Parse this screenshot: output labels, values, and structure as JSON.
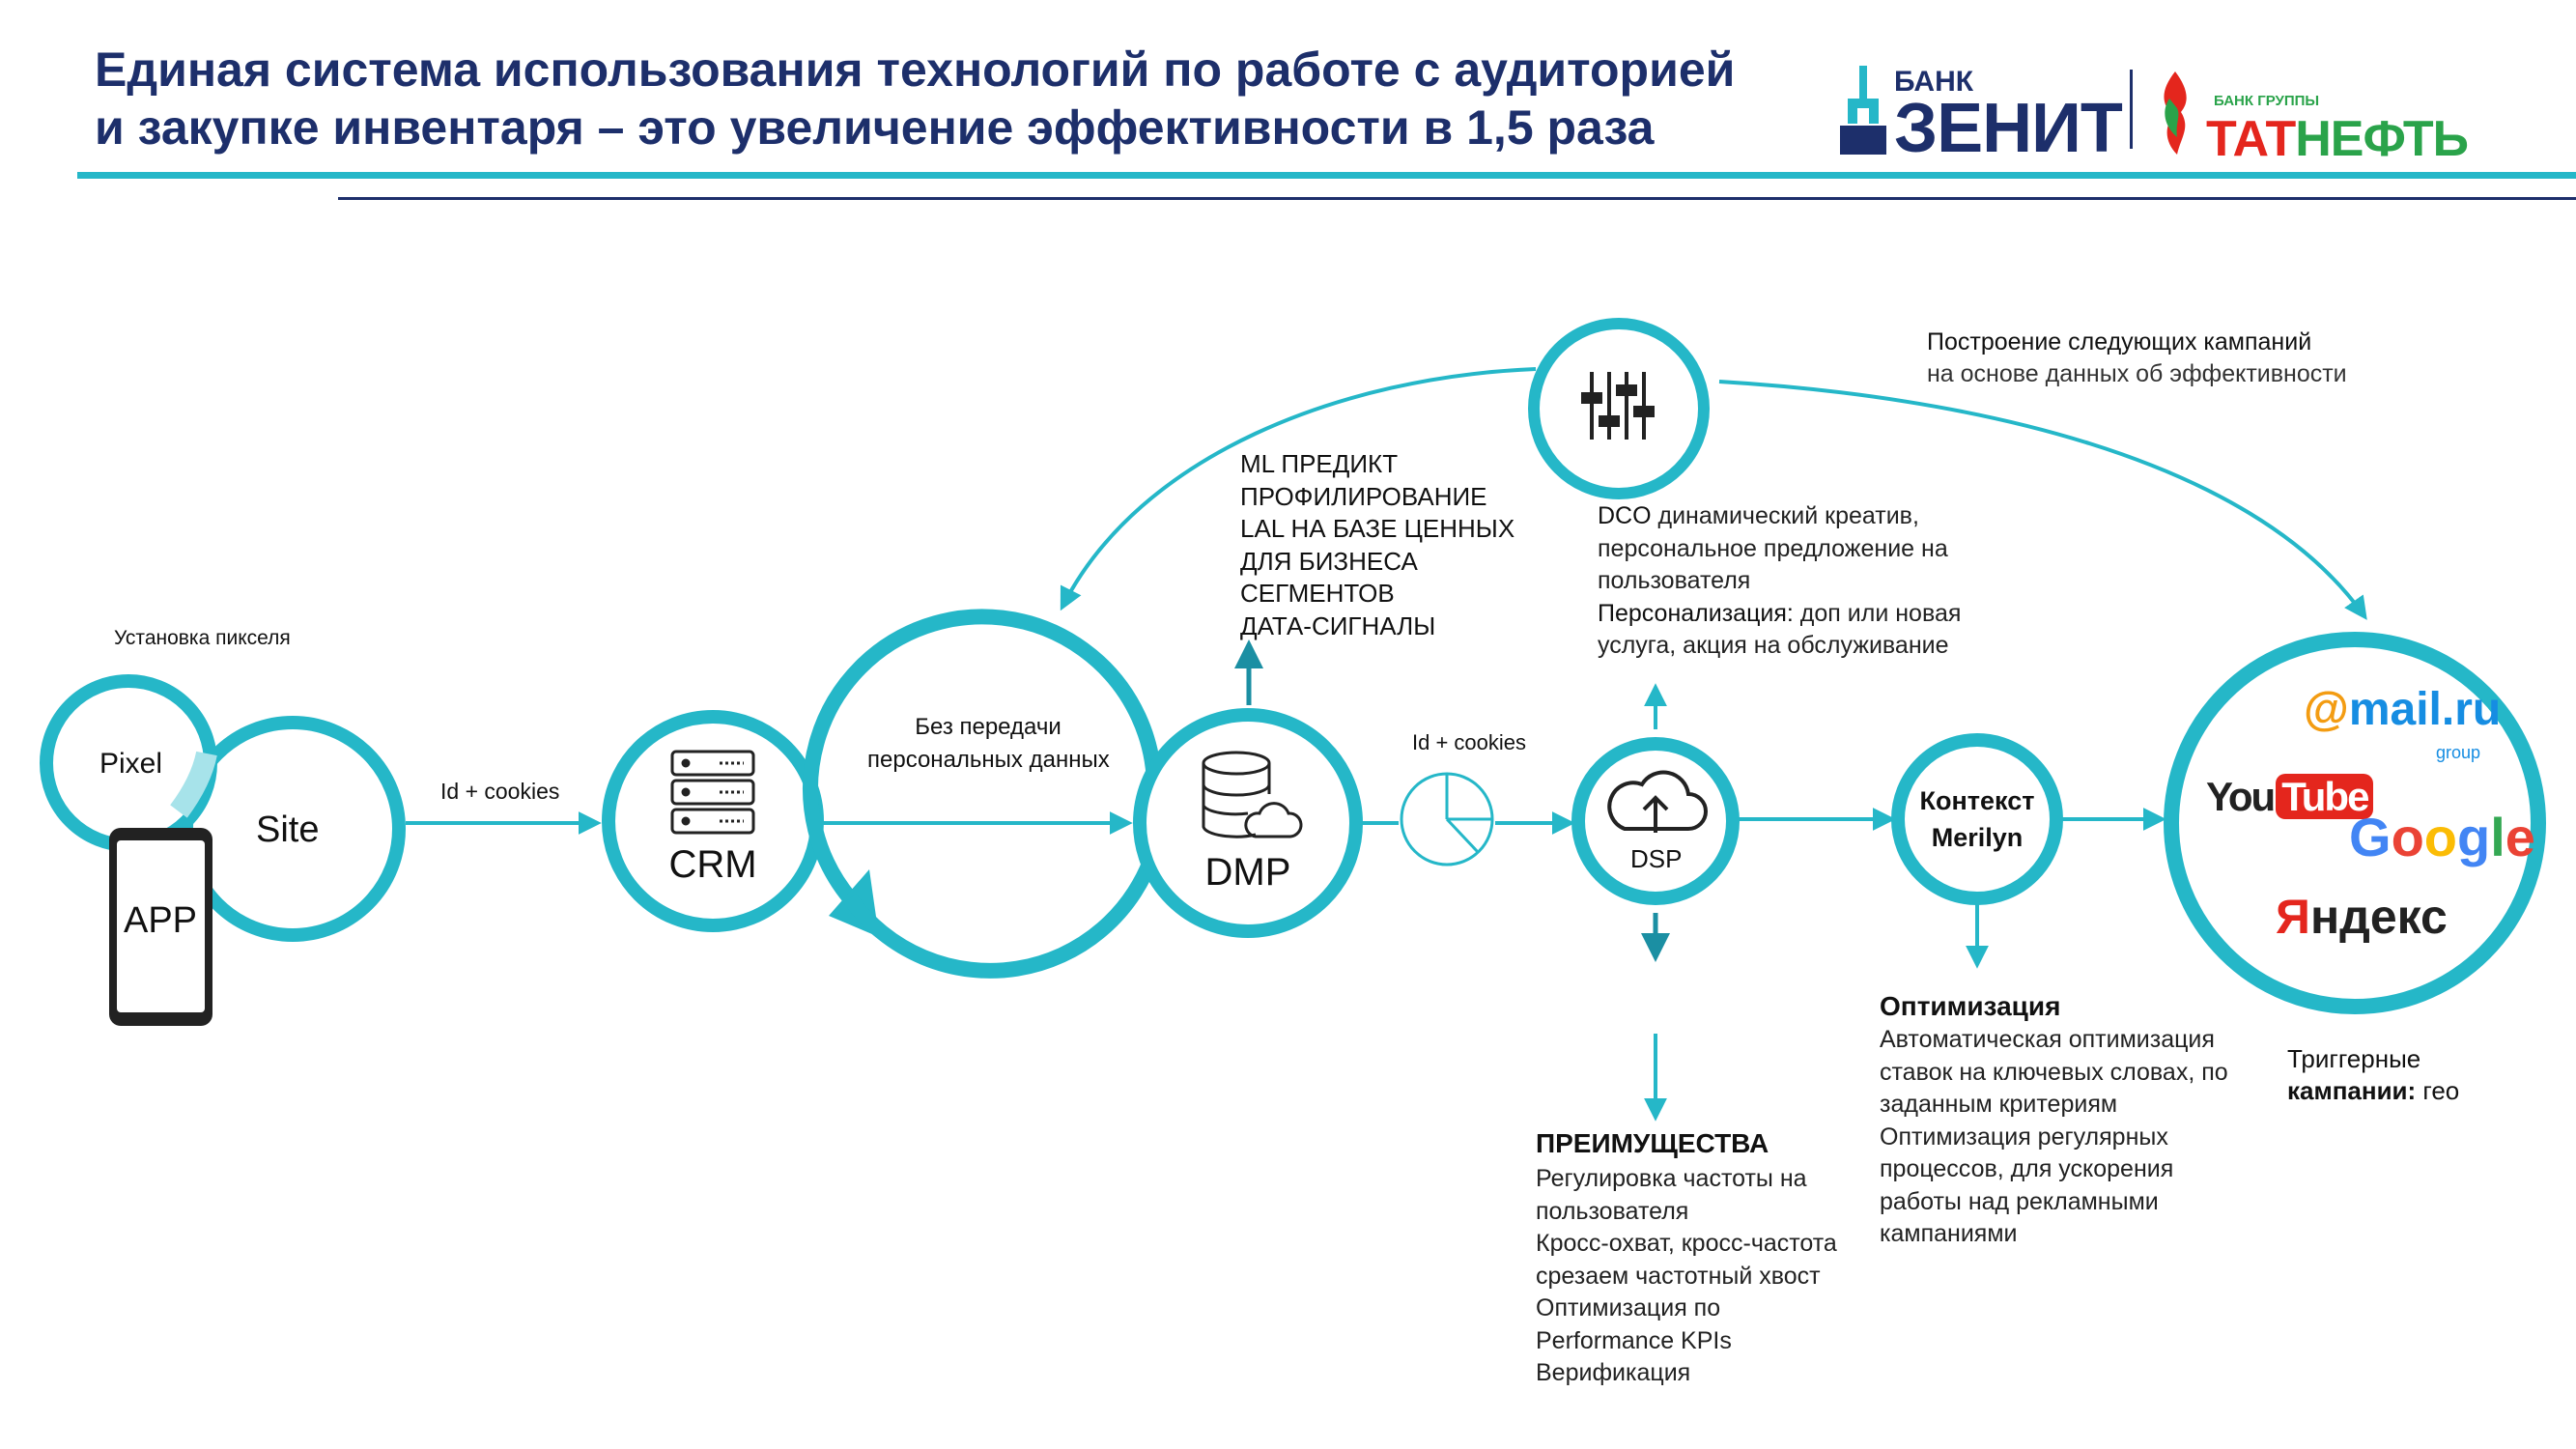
{
  "header": {
    "title_line1": "Единая система использования технологий по работе с аудиторией",
    "title_line2": "и закупке инвентаря – это увеличение эффективности в 1,5 раза"
  },
  "logos": {
    "zenit_bank": "БАНК",
    "zenit_name": "ЗЕНИТ",
    "tatneft_small": "БАНК ГРУППЫ",
    "tatneft_part1": "ТАТ",
    "tatneft_part2": "НЕФТЬ"
  },
  "nodes": {
    "pixel_install": "Установка пикселя",
    "pixel": "Pixel",
    "site": "Site",
    "app": "APP",
    "id_cookies_1": "Id + cookies",
    "crm": "CRM",
    "no_transfer_l1": "Без передачи",
    "no_transfer_l2": "персональных данных",
    "dmp": "DMP",
    "id_cookies_2": "Id + cookies",
    "dsp": "DSP",
    "context_l1": "Контекст",
    "context_l2": "Merilyn"
  },
  "ml": {
    "lines": [
      "ML ПРЕДИКТ",
      "ПРОФИЛИРОВАНИЕ",
      "LAL НА БАЗЕ ЦЕННЫХ",
      "ДЛЯ БИЗНЕСА",
      "СЕГМЕНТОВ",
      "ДАТА-СИГНАЛЫ"
    ]
  },
  "next_campaigns": {
    "line1": "Построение следующих кампаний",
    "line2": "на основе данных об эффективности"
  },
  "dco": {
    "dco_bold": "DCO",
    "dco_rest": " динамический креатив,",
    "dco_line2": "персональное предложение на",
    "dco_line3": "пользователя",
    "pers_bold": "Персонализация:",
    "pers_rest": " доп или новая",
    "pers_line2": "услуга, акция на обслуживание"
  },
  "advantages": {
    "title": "ПРЕИМУЩЕСТВА",
    "lines": [
      "Регулировка частоты на",
      "пользователя",
      "Кросс-охват, кросс-частота",
      "срезаем частотный хвост",
      "Оптимизация по",
      "Performance KPIs",
      "Верификация"
    ]
  },
  "optimization": {
    "title": "Оптимизация",
    "lines": [
      "Автоматическая оптимизация",
      "ставок на ключевых словах, по",
      "заданным критериям",
      "Оптимизация регулярных",
      "процессов, для ускорения",
      "работы над рекламными",
      "кампаниями"
    ]
  },
  "platforms": {
    "mail": "@mail.ru",
    "mail_group": "group",
    "youtube": "YouTube",
    "google": "Google",
    "yandex": "Яндекс"
  },
  "triggers": {
    "line1": "Триггерные",
    "line2_bold": "кампании:",
    "line2_rest": " гео"
  },
  "colors": {
    "accent": "#25b7c8",
    "accent_dark": "#1b8fa3",
    "title": "#1d2f6b",
    "zenit": "#1d2f6b",
    "tatneft_red": "#e4261d",
    "tatneft_green": "#2aa34a"
  },
  "icons": [
    "server-icon",
    "database-cloud-icon",
    "pie-chart-icon",
    "cloud-upload-icon",
    "equalizer-sliders-icon",
    "smartphone-icon"
  ]
}
